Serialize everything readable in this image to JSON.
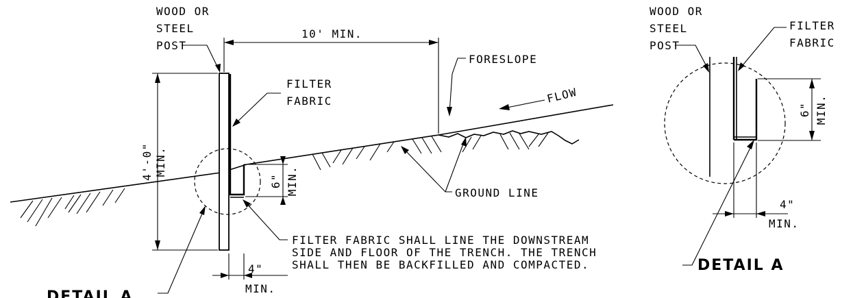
{
  "main_view": {
    "post_label": [
      "WOOD OR",
      "STEEL",
      "POST"
    ],
    "spacing_label": "10' MIN.",
    "foreslope_label": "FORESLOPE",
    "flow_label": "FLOW",
    "fabric_label": [
      "FILTER",
      "FABRIC"
    ],
    "height_label": [
      "4'-0\"",
      "MIN."
    ],
    "trench_depth_label": [
      "6\"",
      "MIN."
    ],
    "ground_line_label": "GROUND LINE",
    "note": [
      "FILTER FABRIC SHALL LINE THE DOWNSTREAM",
      "SIDE AND FLOOR OF THE TRENCH. THE TRENCH",
      "SHALL THEN BE BACKFILLED AND COMPACTED."
    ],
    "trench_width_label": [
      "4\"",
      "MIN."
    ],
    "detail_callout": "DETAIL A"
  },
  "detail_view": {
    "post_label": [
      "WOOD OR",
      "STEEL",
      "POST"
    ],
    "fabric_label": [
      "FILTER",
      "FABRIC"
    ],
    "depth_label": [
      "6\"",
      "MIN."
    ],
    "width_label": [
      "4\"",
      "MIN."
    ],
    "title": "DETAIL A"
  }
}
